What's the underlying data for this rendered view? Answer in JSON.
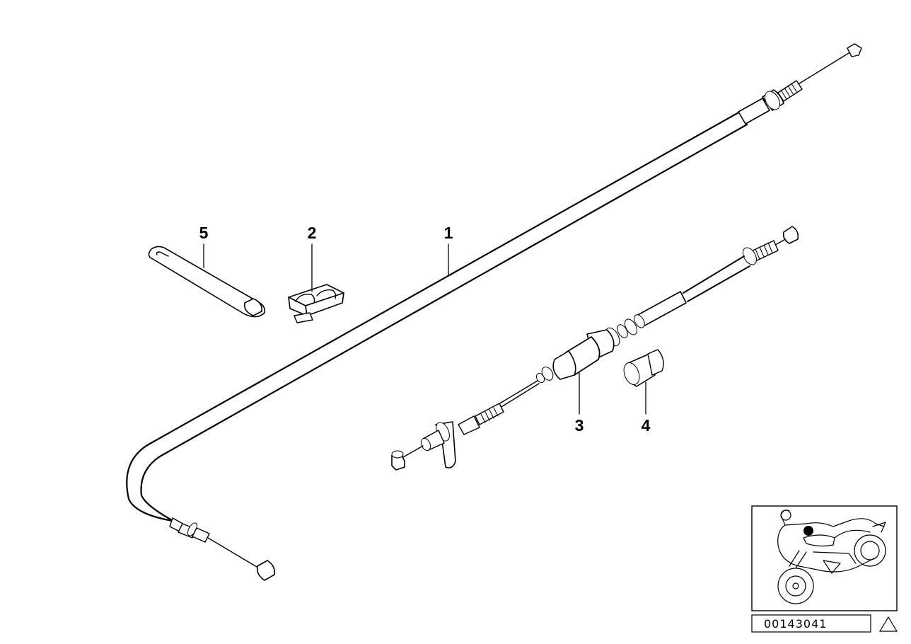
{
  "callouts": {
    "item_1": "1",
    "item_2": "2",
    "item_3": "3",
    "item_4": "4",
    "item_5": "5"
  },
  "diagram_number": "00143041",
  "icons": {
    "locator": "motorcycle-locator-icon",
    "warning": "warning-triangle-icon"
  },
  "colors": {
    "line": "#000000",
    "background": "#ffffff",
    "locator_marker": "#000000"
  }
}
